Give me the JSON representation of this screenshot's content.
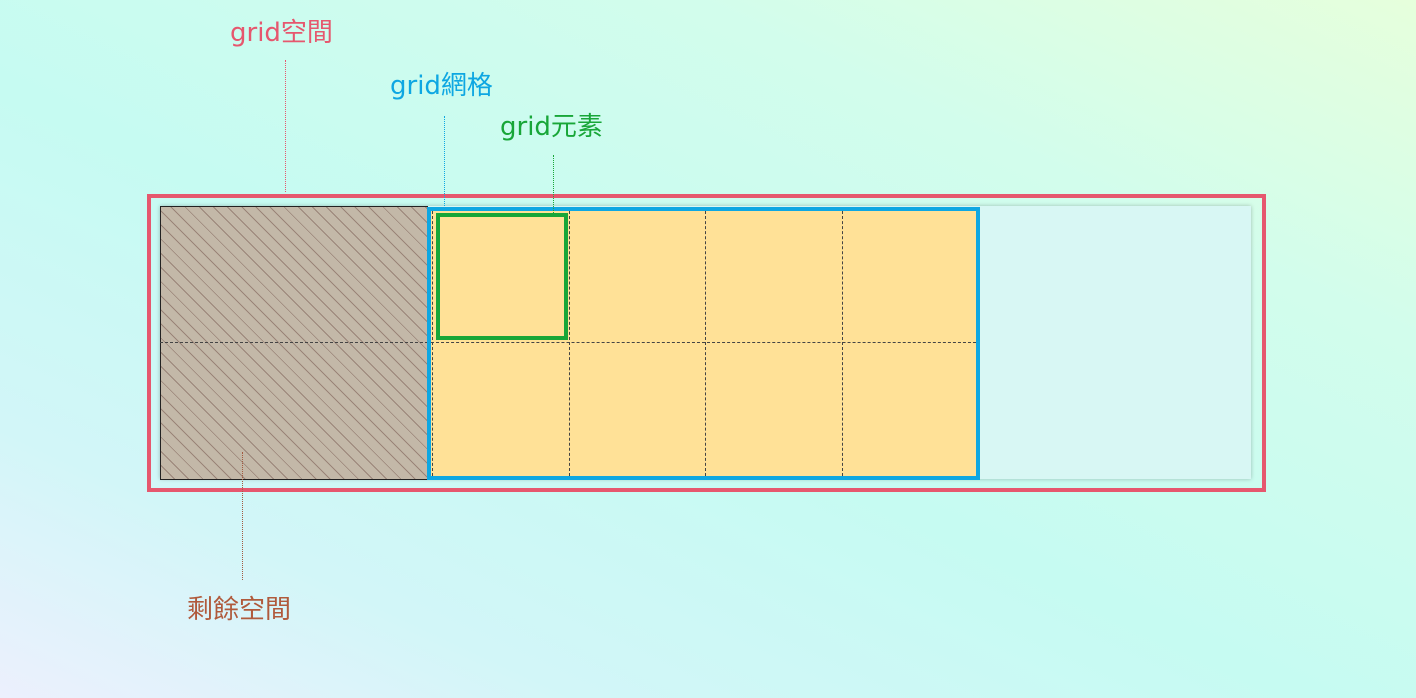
{
  "labels": {
    "grid_space": "grid空間",
    "grid_net": "grid網格",
    "grid_item": "grid元素",
    "remaining_space": "剩餘空間"
  },
  "colors": {
    "grid_space": "#e6576e",
    "grid_net": "#0ea7e2",
    "grid_item": "#18a638",
    "remaining_space": "#b05a3c",
    "grid_fill": "#ffe197",
    "remaining_fill": "#c3b8a8"
  }
}
